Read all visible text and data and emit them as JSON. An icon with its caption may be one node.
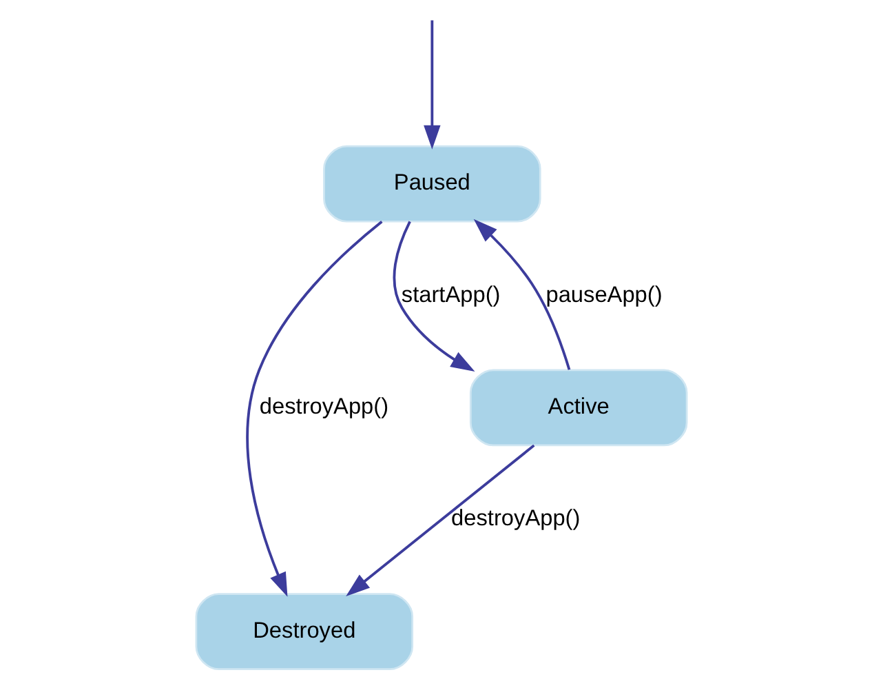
{
  "diagram": {
    "nodes": [
      {
        "text": [
          "Paused"
        ]
      },
      {
        "text": [
          "Destroyed"
        ]
      },
      {
        "text": [
          "Active"
        ]
      }
    ],
    "edges": [
      {
        "from": null,
        "to": 0,
        "arrow": "to"
      },
      {
        "from": 0,
        "to": 1,
        "arrow": "to",
        "label": "destroyApp()"
      },
      {
        "from": 0,
        "to": 2,
        "arrow": "to",
        "label": "startApp()"
      },
      {
        "from": 2,
        "to": 0,
        "arrow": "to",
        "label": "pauseApp()"
      },
      {
        "from": 2,
        "to": 1,
        "arrow": "to",
        "label": "destroyApp()"
      }
    ]
  }
}
